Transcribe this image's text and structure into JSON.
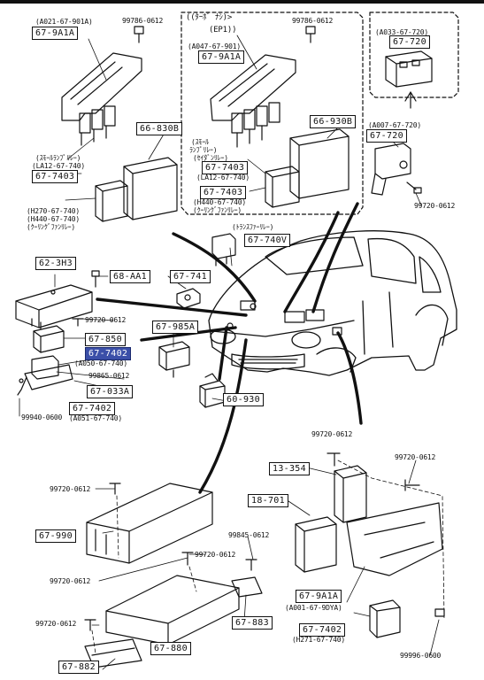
{
  "labels": [
    {
      "id": "a021",
      "text": "(A021-67-901A)"
    },
    {
      "id": "s99786a",
      "text": "99786-0612"
    },
    {
      "id": "turbo",
      "text": "((ﾀｰﾎﾞ ﾅｼ)>"
    },
    {
      "id": "ep1",
      "text": "(EP1))"
    },
    {
      "id": "s99786b",
      "text": "99786-0612"
    },
    {
      "id": "a033",
      "text": "(A033-67-720)"
    },
    {
      "id": "a047",
      "text": "(A047-67-901)"
    },
    {
      "id": "a007",
      "text": "(A007-67-720)"
    },
    {
      "id": "small1a",
      "text": "(ｽﾓｰﾙﾗﾝﾌﾟﾘﾚｰ)"
    },
    {
      "id": "la12a",
      "text": "(LA12-67-740)"
    },
    {
      "id": "small2a",
      "text": "(ｽﾓｰﾙ"
    },
    {
      "id": "small2b",
      "text": "ﾗﾝﾌﾟﾘﾚｰ)"
    },
    {
      "id": "small2c",
      "text": "(ｾｲﾀﾞﾝﾘﾚｰ)"
    },
    {
      "id": "la12b",
      "text": "(LA12-67-740)"
    },
    {
      "id": "h270",
      "text": "(H270-67-740)"
    },
    {
      "id": "h440a",
      "text": "(H440-67-740)"
    },
    {
      "id": "cool1",
      "text": "(ｸｰﾘﾝｸﾞﾌｧﾝﾘﾚｰ)"
    },
    {
      "id": "h440b",
      "text": "(H440-67-740)"
    },
    {
      "id": "cool2",
      "text": "(ｸｰﾘﾝｸﾞﾌｧﾝﾘﾚｰ)"
    },
    {
      "id": "s99720a",
      "text": "99720-0612"
    },
    {
      "id": "trans",
      "text": "(ﾄﾗﾝｽﾌｧｰﾘﾚｰ)"
    },
    {
      "id": "s99720b",
      "text": "99720-0612"
    },
    {
      "id": "a050",
      "text": "(A050-67-740)"
    },
    {
      "id": "s99865",
      "text": "99865-0612"
    },
    {
      "id": "s99940",
      "text": "99940-0600"
    },
    {
      "id": "a051",
      "text": "(A051-67-740)"
    },
    {
      "id": "s99720c",
      "text": "99720-0612"
    },
    {
      "id": "s99720d",
      "text": "99720-0612"
    },
    {
      "id": "s99720e",
      "text": "99720-0612"
    },
    {
      "id": "s99845",
      "text": "99845-0612"
    },
    {
      "id": "s99720f",
      "text": "99720-0612"
    },
    {
      "id": "s99720g",
      "text": "99720-0612"
    },
    {
      "id": "a001",
      "text": "(A001-67-9DYA)"
    },
    {
      "id": "s99720h",
      "text": "99720-0612"
    },
    {
      "id": "h271",
      "text": "(H271-67-740)"
    },
    {
      "id": "s99996",
      "text": "99996-0600"
    }
  ],
  "part_boxes": [
    {
      "id": "p679a1a_1",
      "text": "67-9A1A",
      "highlight": false
    },
    {
      "id": "p679a1a_2",
      "text": "67-9A1A",
      "highlight": false
    },
    {
      "id": "p67720_1",
      "text": "67-720",
      "highlight": false
    },
    {
      "id": "p66830b_1",
      "text": "66-830B",
      "highlight": false
    },
    {
      "id": "p66930b",
      "text": "66-930B",
      "highlight": false
    },
    {
      "id": "p67720_2",
      "text": "67-720",
      "highlight": false
    },
    {
      "id": "p677403_1",
      "text": "67-7403",
      "highlight": false
    },
    {
      "id": "p677403_2",
      "text": "67-7403",
      "highlight": false
    },
    {
      "id": "p677403_3",
      "text": "67-7403",
      "highlight": false
    },
    {
      "id": "p67740v",
      "text": "67-740V",
      "highlight": false
    },
    {
      "id": "p623h3",
      "text": "62-3H3",
      "highlight": false
    },
    {
      "id": "p68aa1",
      "text": "68-AA1",
      "highlight": false
    },
    {
      "id": "p67741",
      "text": "67-741",
      "highlight": false
    },
    {
      "id": "p67850",
      "text": "67-850",
      "highlight": false
    },
    {
      "id": "p67985a",
      "text": "67-985A",
      "highlight": false
    },
    {
      "id": "p677402_hl",
      "text": "67-7402",
      "highlight": true
    },
    {
      "id": "p67033a",
      "text": "67-033A",
      "highlight": false
    },
    {
      "id": "p60930",
      "text": "60-930",
      "highlight": false
    },
    {
      "id": "p677402_2",
      "text": "67-7402",
      "highlight": false
    },
    {
      "id": "p13354",
      "text": "13-354",
      "highlight": false
    },
    {
      "id": "p18701",
      "text": "18-701",
      "highlight": false
    },
    {
      "id": "p67990",
      "text": "67-990",
      "highlight": false
    },
    {
      "id": "p67883",
      "text": "67-883",
      "highlight": false
    },
    {
      "id": "p679a1a_3",
      "text": "67-9A1A",
      "highlight": false
    },
    {
      "id": "p677402_3",
      "text": "67-7402",
      "highlight": false
    },
    {
      "id": "p67880",
      "text": "67-880",
      "highlight": false
    },
    {
      "id": "p67882",
      "text": "67-882",
      "highlight": false
    }
  ],
  "colors": {
    "ink": "#111111",
    "highlight": "#3b4fa8",
    "paper": "#ffffff"
  }
}
